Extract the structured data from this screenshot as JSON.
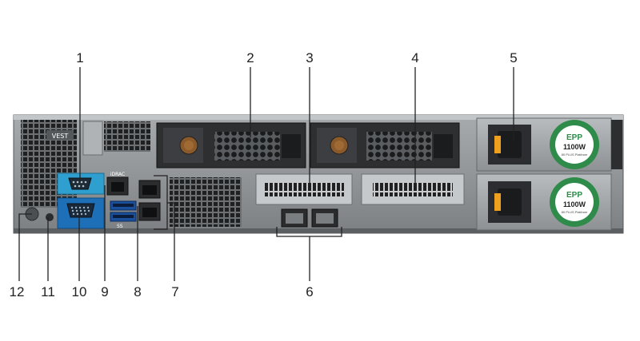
{
  "diagram": {
    "callouts": [
      {
        "id": 1,
        "label": "1"
      },
      {
        "id": 2,
        "label": "2"
      },
      {
        "id": 3,
        "label": "3"
      },
      {
        "id": 4,
        "label": "4"
      },
      {
        "id": 5,
        "label": "5"
      },
      {
        "id": 6,
        "label": "6"
      },
      {
        "id": 7,
        "label": "7"
      },
      {
        "id": 8,
        "label": "8"
      },
      {
        "id": 9,
        "label": "9"
      },
      {
        "id": 10,
        "label": "10"
      },
      {
        "id": 11,
        "label": "11"
      },
      {
        "id": 12,
        "label": "12"
      }
    ],
    "chassis_text": {
      "idrac": "iDRAC",
      "ss_usb": "SS",
      "psu_top_epp": "EPP",
      "psu_top_watt": "1100W",
      "psu_bottom_epp": "EPP",
      "psu_bottom_watt": "1100W",
      "psu_efficiency": "80 PLUS Platinum"
    },
    "colors": {
      "chassis": "#8a8d90",
      "chassis_dark": "#3f4245",
      "serial_port": "#2f9fd0",
      "vga_port": "#1d6fb8",
      "psu_fan_ring": "#2e8b4a",
      "psu_plug": "#f0a020"
    }
  }
}
